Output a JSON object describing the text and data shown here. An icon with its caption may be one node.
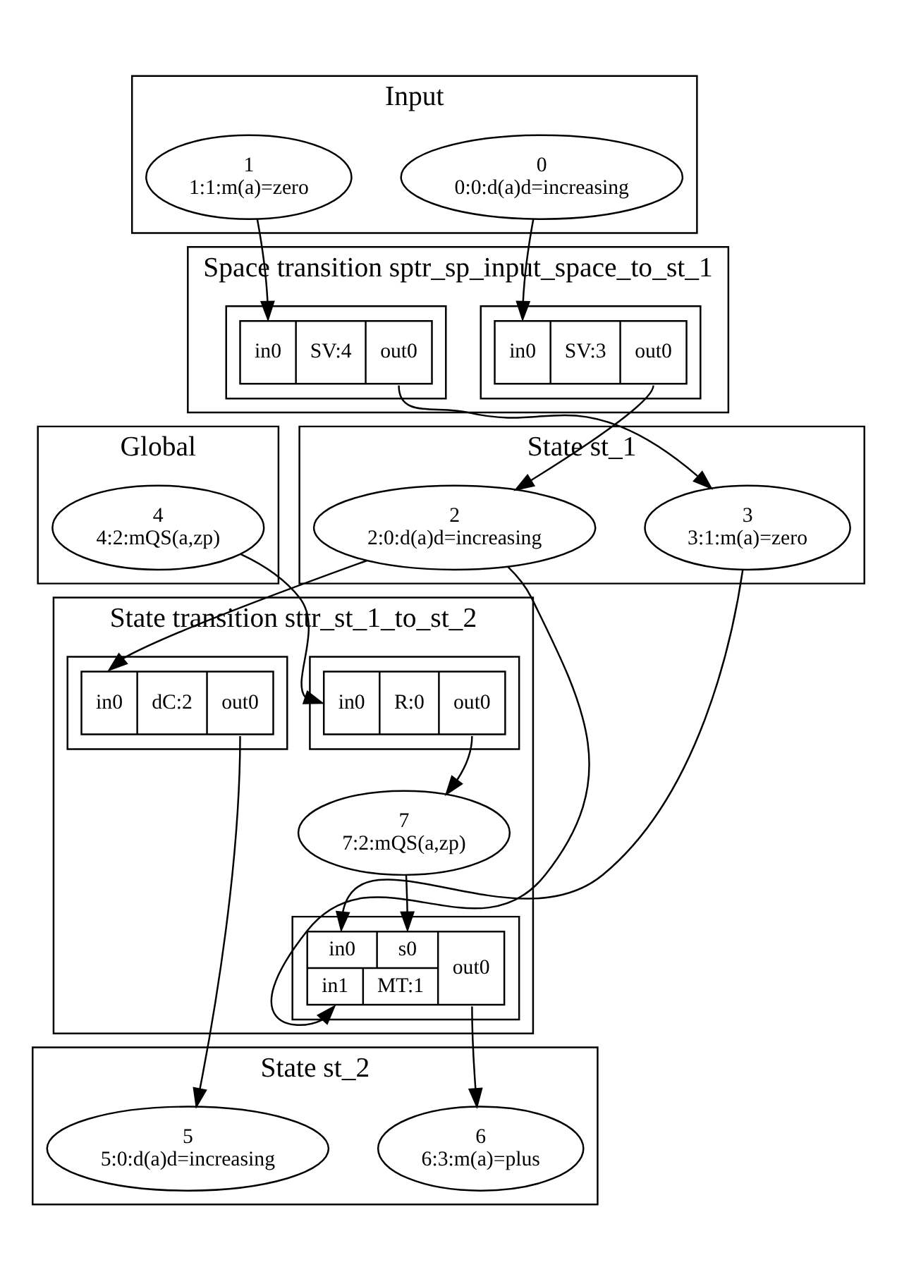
{
  "diagram": {
    "nodes": [
      {
        "text": [
          "Input"
        ]
      },
      {
        "text": [
          "0",
          "0:0:d(a)d=increasing"
        ],
        "in": 0
      },
      {
        "text": [
          "1",
          "1:1:m(a)=zero"
        ],
        "in": 0
      },
      {
        "text": [
          "Space transition sptr_sp_input_space_to_st_1"
        ]
      },
      {
        "text": [],
        "shape": "box",
        "in": 3
      },
      {
        "text": [
          "in0",
          "SV:3",
          "out0"
        ],
        "in": 4
      },
      {
        "text": [],
        "shape": "box",
        "in": 3
      },
      {
        "text": [
          "in0",
          "SV:4",
          "out0"
        ],
        "in": 6
      },
      {
        "text": [
          "Global"
        ]
      },
      {
        "text": [
          "4",
          "4:2:mQS(a,zp)"
        ],
        "in": 8
      },
      {
        "text": [
          "State st_1"
        ]
      },
      {
        "text": [
          "2",
          "2:0:d(a)d=increasing"
        ],
        "in": 10
      },
      {
        "text": [
          "3",
          "3:1:m(a)=zero"
        ],
        "in": 10
      },
      {
        "text": [
          "State transition sttr_st_1_to_st_2"
        ]
      },
      {
        "text": [],
        "shape": "box",
        "in": 13
      },
      {
        "text": [
          "in0",
          "dC:2",
          "out0"
        ],
        "in": 14
      },
      {
        "text": [],
        "shape": "box",
        "in": 13
      },
      {
        "text": [
          "in0",
          "R:0",
          "out0"
        ],
        "in": 16
      },
      {
        "text": [
          "7",
          "7:2:mQS(a,zp)"
        ],
        "in": 13
      },
      {
        "text": [],
        "shape": "box",
        "in": 13
      },
      {
        "text": [
          "in0",
          "s0",
          "in1",
          "MT:1",
          "out0"
        ],
        "in": 19
      },
      {
        "text": [
          "State st_2"
        ]
      },
      {
        "text": [
          "5",
          "5:0:d(a)d=increasing"
        ],
        "in": 21
      },
      {
        "text": [
          "6",
          "6:3:m(a)=plus"
        ],
        "in": 21
      }
    ],
    "edges": [
      {
        "from": 1,
        "to": 5,
        "arrow": "to"
      },
      {
        "from": 2,
        "to": 7,
        "arrow": "to"
      },
      {
        "from": 5,
        "to": 11,
        "arrow": "to"
      },
      {
        "from": 7,
        "to": 12,
        "arrow": "to"
      },
      {
        "from": 11,
        "to": 15,
        "arrow": "to"
      },
      {
        "from": 9,
        "to": 17,
        "arrow": "to"
      },
      {
        "from": 17,
        "to": 18,
        "arrow": "to"
      },
      {
        "from": 18,
        "to": 20,
        "arrow": "to"
      },
      {
        "from": 12,
        "to": 20,
        "arrow": "to"
      },
      {
        "from": 11,
        "to": 20,
        "arrow": "to"
      },
      {
        "from": 15,
        "to": 22,
        "arrow": "to"
      },
      {
        "from": 20,
        "to": 23,
        "arrow": "to"
      }
    ]
  }
}
